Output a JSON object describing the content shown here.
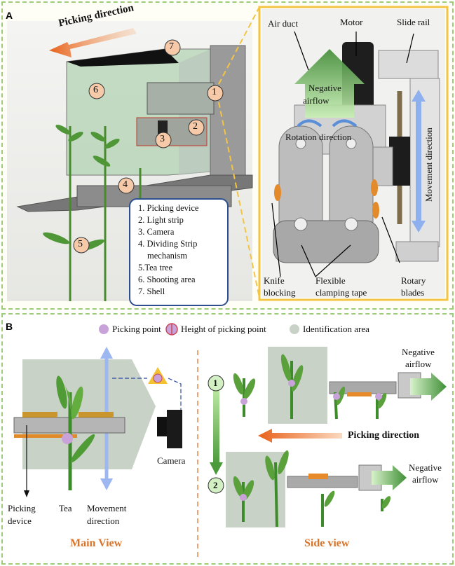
{
  "panel_a": {
    "label": "A",
    "picking_direction": "Picking direction",
    "numbers": [
      "1",
      "2",
      "3",
      "4",
      "5",
      "6",
      "7"
    ],
    "legend": [
      "1. Picking device",
      "2. Light strip",
      "3. Camera",
      "4. Dividing Strip",
      "mechanism",
      "5.Tea tree",
      "6. Shooting area",
      "7. Shell"
    ],
    "detail": {
      "air_duct": "Air duct",
      "motor": "Motor",
      "slide_rail": "Slide rail",
      "negative_airflow_1": "Negative",
      "negative_airflow_2": "airflow",
      "rotation_direction": "Rotation direction",
      "movement_direction": "Movement direction",
      "knife_blocking_1": "Knife",
      "knife_blocking_2": "blocking",
      "flexible_tape_1": "Flexible",
      "flexible_tape_2": "clamping tape",
      "rotary_blades_1": "Rotary",
      "rotary_blades_2": "blades"
    }
  },
  "panel_b": {
    "label": "B",
    "legend": {
      "picking_point": "Picking point",
      "height_of_picking_point": "Height of picking point",
      "identification_area": "Identification area"
    },
    "main_view": {
      "camera": "Camera",
      "picking_device_1": "Picking",
      "picking_device_2": "device",
      "tea": "Tea",
      "movement_direction_1": "Movement",
      "movement_direction_2": "direction",
      "title": "Main View"
    },
    "side_view": {
      "step_1": "1",
      "step_2": "2",
      "picking_direction": "Picking direction",
      "negative_1": "Negative",
      "airflow_1": "airflow",
      "negative_2": "Negative",
      "airflow_2": "airflow",
      "title": "Side view"
    }
  },
  "colors": {
    "border_green": "#9ccc7a",
    "yellow_frame": "#f4c542",
    "orange_title": "#d9742a",
    "legend_blue": "#2d4f8f",
    "movement_blue": "#9db7f0",
    "picking_purple": "#c8a2d8",
    "identification_gray": "#c8d2c6"
  }
}
